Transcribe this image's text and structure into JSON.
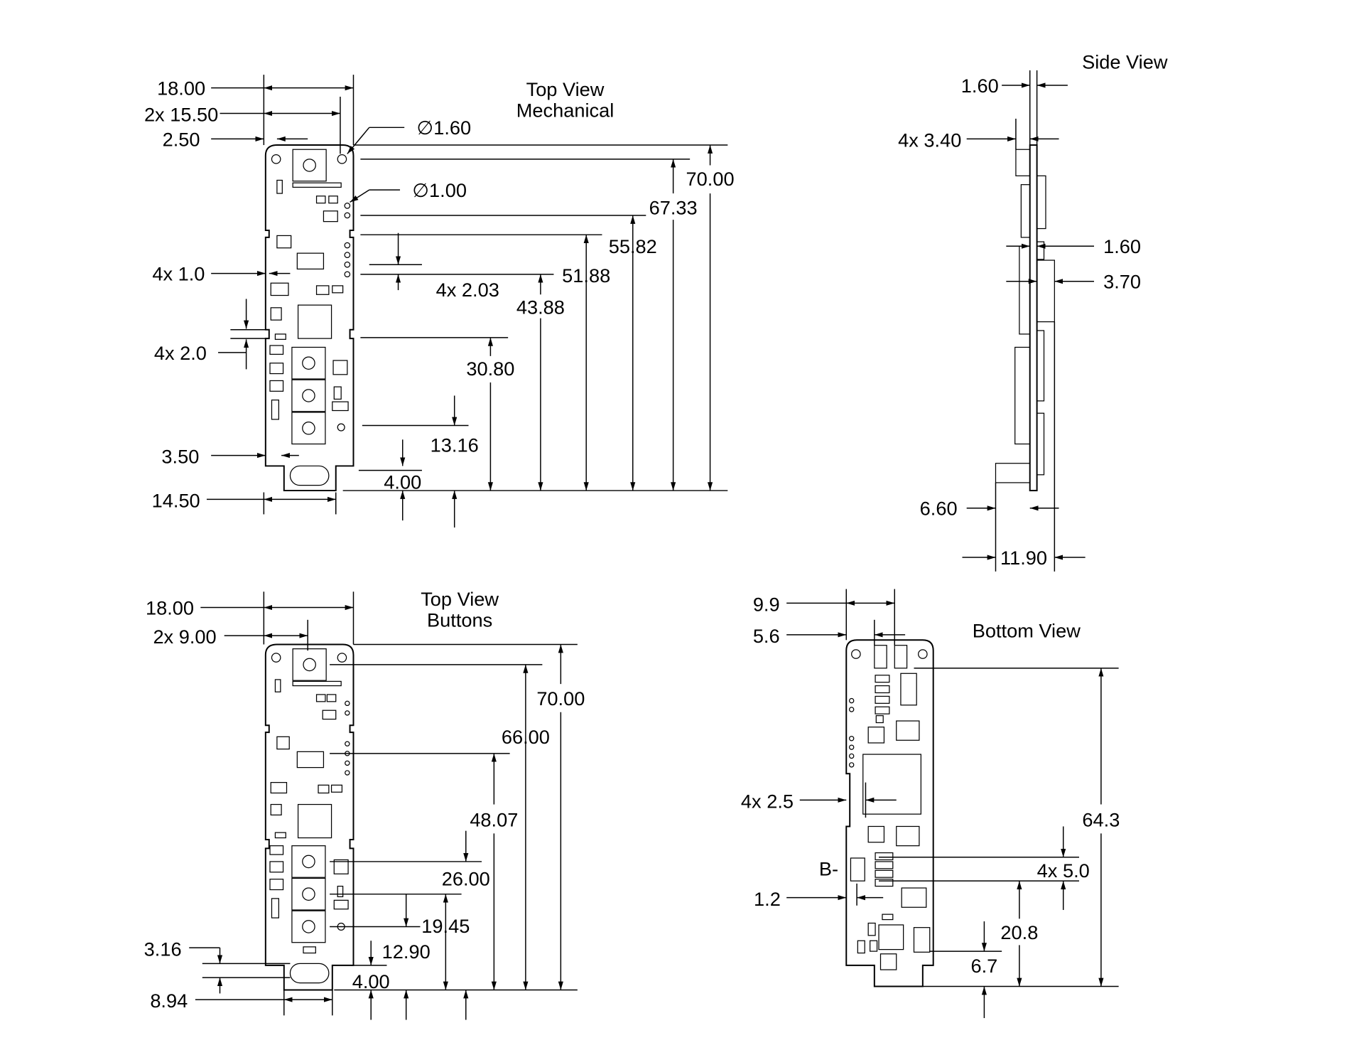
{
  "top_mech": {
    "title1": "Top View",
    "title2": "Mechanical",
    "dims": [
      "18.00",
      "2x 15.50",
      "2.50",
      "∅1.60",
      "∅1.00",
      "70.00",
      "67.33",
      "55.82",
      "51.88",
      "4x 2.03",
      "43.88",
      "4x 1.0",
      "4x 2.0",
      "30.80",
      "13.16",
      "3.50",
      "4.00",
      "14.50"
    ]
  },
  "side": {
    "title": "Side View",
    "dims": [
      "1.60",
      "4x 3.40",
      "1.60",
      "3.70",
      "6.60",
      "11.90"
    ]
  },
  "top_buttons": {
    "title1": "Top View",
    "title2": "Buttons",
    "dims": [
      "18.00",
      "2x 9.00",
      "70.00",
      "66.00",
      "48.07",
      "26.00",
      "19.45",
      "12.90",
      "3.16",
      "4.00",
      "8.94"
    ]
  },
  "bottom": {
    "title": "Bottom View",
    "dims": [
      "9.9",
      "5.6",
      "4x 2.5",
      "64.3",
      "B-",
      "4x 5.0",
      "1.2",
      "20.8",
      "6.7"
    ]
  }
}
